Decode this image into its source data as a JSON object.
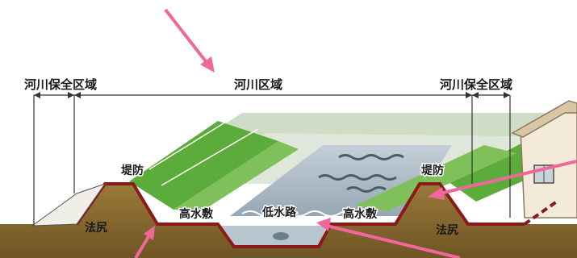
{
  "zones": {
    "left_conservation": "河川保全区域",
    "river_area": "河川区域",
    "right_conservation": "河川保全区域"
  },
  "labels": {
    "levee_left": "堤防",
    "levee_right": "堤防",
    "toe_left": "法尻",
    "toe_right": "法尻",
    "high_water_left": "高水敷",
    "high_water_right": "高水敷",
    "low_water_channel": "低水路"
  },
  "colors": {
    "arrow": "#f0679a",
    "grass": "#5cac3b",
    "soil": "#8a6a2e",
    "water": "#a9b8c4",
    "levee_outline": "#8b1a1a"
  }
}
